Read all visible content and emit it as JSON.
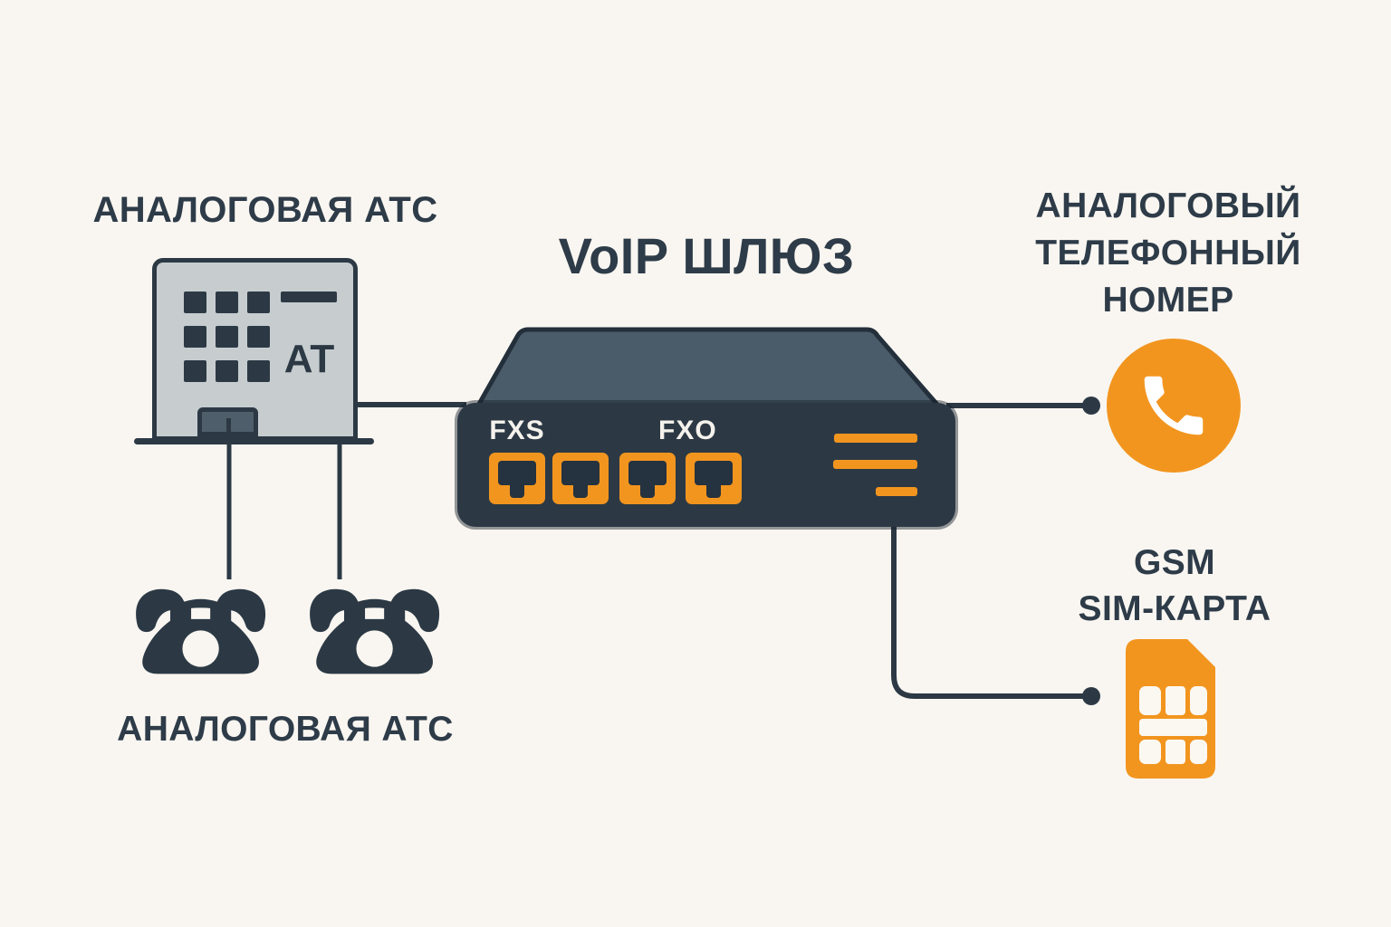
{
  "colors": {
    "bg": "#F9F6F1",
    "dark": "#2C3945",
    "orange": "#F2951F",
    "lid": "#4A5B69",
    "building": "#C7CDCF",
    "label": "#2E3B48",
    "white": "#F5F2EC"
  },
  "pbx": {
    "label": "АНАЛОГОВАЯ АТС",
    "building_text": "АТ"
  },
  "gateway": {
    "title": "VoIP ШЛЮЗ",
    "fxs": "FXS",
    "fxo": "FXO"
  },
  "phones": {
    "label": "АНАЛОГОВАЯ АТС"
  },
  "analog_number": {
    "line1": "АНАЛОГОВЫЙ",
    "line2": "ТЕЛЕФОННЫЙ",
    "line3": "НОМЕР"
  },
  "gsm": {
    "line1": "GSM",
    "line2": "SIM-КАРТА"
  }
}
